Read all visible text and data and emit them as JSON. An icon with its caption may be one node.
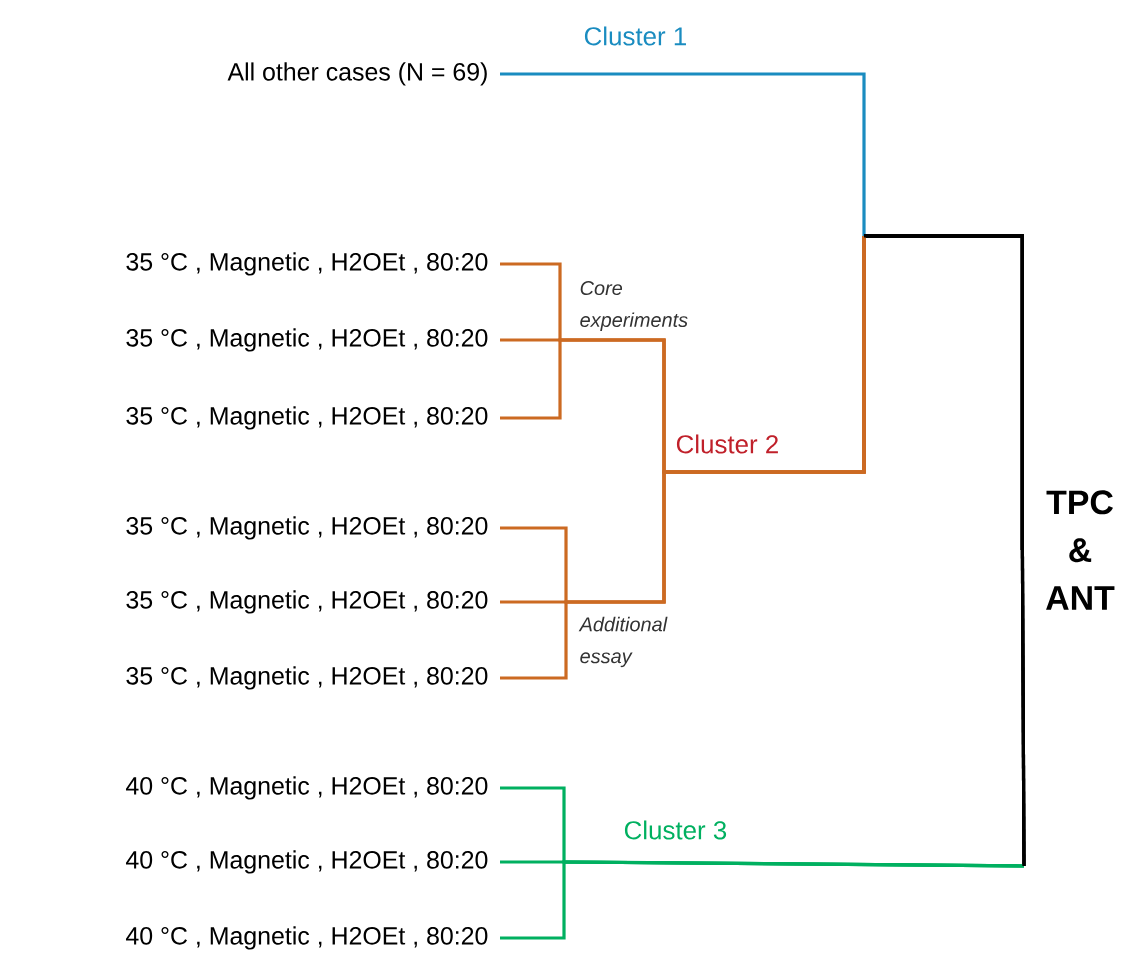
{
  "diagram": {
    "nodes": [
      {
        "text": [
          "All other cases (N = 69)"
        ]
      },
      {
        "text": [
          "35 °C , Magnetic , H2OEt , 80:20"
        ]
      },
      {
        "text": [
          "35 °C , Magnetic , H2OEt , 80:20"
        ]
      },
      {
        "text": [
          "35 °C , Magnetic , H2OEt , 80:20"
        ]
      },
      {
        "text": [
          "35 °C , Magnetic , H2OEt , 80:20"
        ]
      },
      {
        "text": [
          "35 °C , Magnetic , H2OEt , 80:20"
        ]
      },
      {
        "text": [
          "35 °C , Magnetic , H2OEt , 80:20"
        ]
      },
      {
        "text": [
          "40 °C , Magnetic , H2OEt , 80:20"
        ]
      },
      {
        "text": [
          "40 °C , Magnetic , H2OEt , 80:20"
        ]
      },
      {
        "text": [
          "40 °C , Magnetic , H2OEt , 80:20"
        ]
      },
      {
        "text": [
          "TPC & ANT"
        ]
      }
    ],
    "edges": [
      {
        "from": 0,
        "to": 10,
        "arrow": "none",
        "color": "#1a8cc0"
      },
      {
        "from": 1,
        "to": 10,
        "arrow": "none",
        "color": "#cc6a22"
      },
      {
        "from": 2,
        "to": 10,
        "arrow": "none",
        "color": "#cc6a22"
      },
      {
        "from": 3,
        "to": 10,
        "arrow": "none",
        "color": "#cc6a22"
      },
      {
        "from": 4,
        "to": 10,
        "arrow": "none",
        "color": "#cc6a22"
      },
      {
        "from": 5,
        "to": 10,
        "arrow": "none",
        "color": "#cc6a22"
      },
      {
        "from": 6,
        "to": 10,
        "arrow": "none",
        "color": "#cc6a22"
      },
      {
        "from": 7,
        "to": 10,
        "arrow": "none",
        "color": "#00b060"
      },
      {
        "from": 8,
        "to": 10,
        "arrow": "none",
        "color": "#00b060"
      },
      {
        "from": 9,
        "to": 10,
        "arrow": "none",
        "color": "#00b060"
      }
    ],
    "labels": [
      "Cluster 1",
      "Core experiments",
      "Cluster 2",
      "Additional essay",
      "Cluster 3"
    ]
  }
}
